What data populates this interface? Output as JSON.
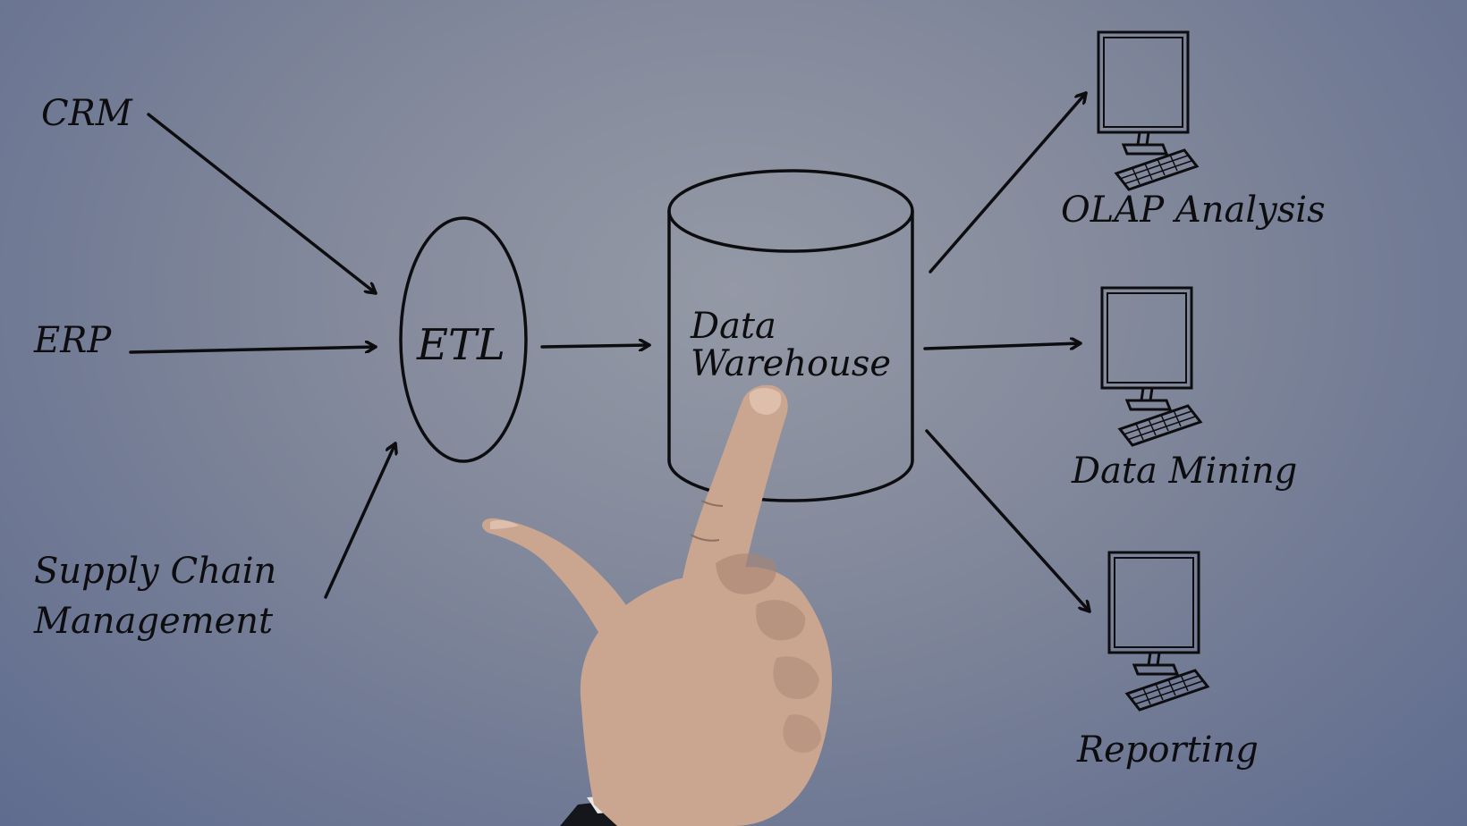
{
  "diagram": {
    "sources": [
      "CRM",
      "ERP",
      "Supply Chain",
      "Management"
    ],
    "process": "ETL",
    "storage": [
      "Data",
      "Warehouse"
    ],
    "outputs": [
      "OLAP Analysis",
      "Data Mining",
      "Reporting"
    ]
  },
  "icons": {
    "terminal": "desktop-computer-icon",
    "pointer": "pointing-hand-icon"
  },
  "colors": {
    "ink": "#0d0d10",
    "background": "#7a8296"
  }
}
